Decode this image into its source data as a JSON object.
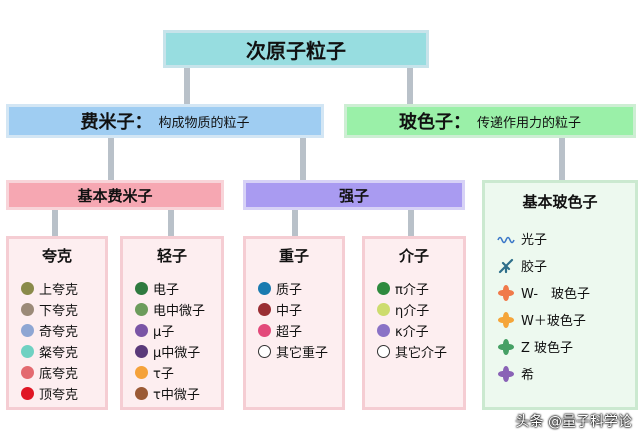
{
  "title": "次原子粒子",
  "fermion": {
    "name": "费米子",
    "colon": "：",
    "desc": "构成物质的粒子"
  },
  "boson": {
    "name": "玻色子",
    "colon": "：",
    "desc": "传递作用力的粒子"
  },
  "basic_fermion": {
    "label": "基本费米子",
    "quarks": {
      "title": "夸克",
      "items": [
        {
          "label": "上夸克",
          "color": "#8a8a4a"
        },
        {
          "label": "下夸克",
          "color": "#9b8a78"
        },
        {
          "label": "奇夸克",
          "color": "#8ea6d3"
        },
        {
          "label": "粲夸克",
          "color": "#6fd1c2"
        },
        {
          "label": "底夸克",
          "color": "#e36a70"
        },
        {
          "label": "顶夸克",
          "color": "#e01624"
        }
      ]
    },
    "leptons": {
      "title": "轻子",
      "items": [
        {
          "label": "电子",
          "color": "#2f7a3f"
        },
        {
          "label": "电中微子",
          "color": "#6c9c5c"
        },
        {
          "label": "μ子",
          "color": "#7a55a6"
        },
        {
          "label": "μ中微子",
          "color": "#5a3a7a"
        },
        {
          "label": "τ子",
          "color": "#f5a23a"
        },
        {
          "label": "τ中微子",
          "color": "#9b5a35"
        }
      ]
    }
  },
  "hadron": {
    "label": "强子",
    "baryons": {
      "title": "重子",
      "items": [
        {
          "label": "质子",
          "color": "#1a7bb0"
        },
        {
          "label": "中子",
          "color": "#9a2e33"
        },
        {
          "label": "超子",
          "color": "#e3497a"
        },
        {
          "label": "其它重子",
          "color": "#ffffff"
        }
      ]
    },
    "mesons": {
      "title": "介子",
      "items": [
        {
          "label": "π介子",
          "color": "#2e8a3e"
        },
        {
          "label": "η介子",
          "color": "#cddc6e"
        },
        {
          "label": "κ介子",
          "color": "#8a72c6"
        },
        {
          "label": "其它介子",
          "color": "#ffffff"
        }
      ]
    }
  },
  "basic_boson": {
    "label": "基本玻色子",
    "items": [
      {
        "label": "光子",
        "icon": "wave-icon",
        "color": "#3c78c8"
      },
      {
        "label": "胶子",
        "icon": "spring-icon",
        "color": "#2e6f8a"
      },
      {
        "label": "W-　玻色子",
        "icon": "cross-blob-icon",
        "color": "#f07a4a"
      },
      {
        "label": "W＋玻色子",
        "icon": "cross-blob-icon",
        "color": "#f5a53a"
      },
      {
        "label": "Z 玻色子",
        "icon": "cross-blob-icon",
        "color": "#46a065"
      },
      {
        "label": "希",
        "icon": "cross-blob-icon",
        "color": "#8a63b6"
      }
    ]
  },
  "watermark": "头条 @量子科学论"
}
